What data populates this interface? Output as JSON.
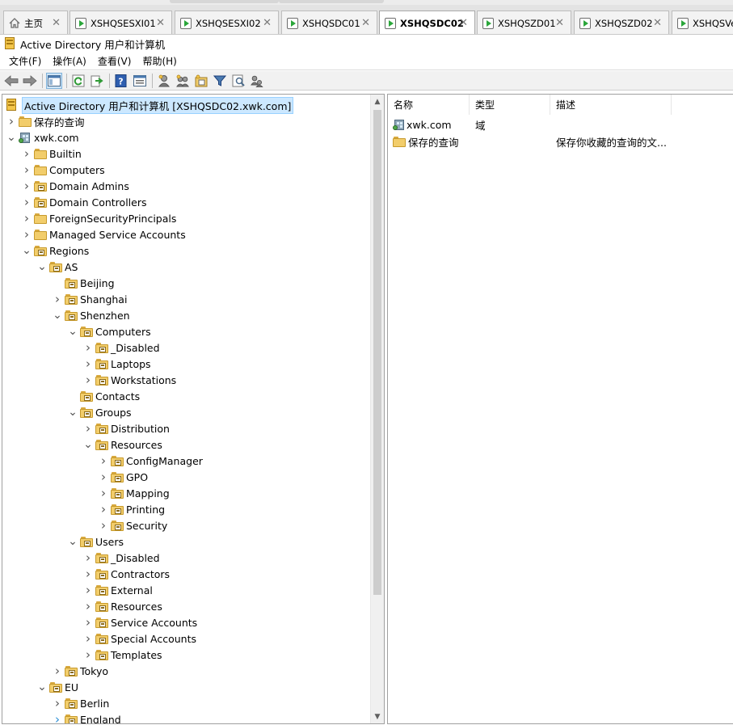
{
  "tabs": [
    {
      "label": "主页",
      "icon": "home-icon",
      "active": false
    },
    {
      "label": "XSHQSESXI01",
      "icon": "vm-icon",
      "active": false
    },
    {
      "label": "XSHQSESXI02",
      "icon": "vm-icon",
      "active": false
    },
    {
      "label": "XSHQSDC01",
      "icon": "vm-icon",
      "active": false
    },
    {
      "label": "XSHQSDC02",
      "icon": "vm-icon",
      "active": true
    },
    {
      "label": "XSHQSZD01",
      "icon": "vm-icon",
      "active": false
    },
    {
      "label": "XSHQSZD02",
      "icon": "vm-icon",
      "active": false
    },
    {
      "label": "XSHQSVee",
      "icon": "vm-icon",
      "active": false
    }
  ],
  "tab_close_glyph": "✕",
  "window": {
    "title": "Active Directory 用户和计算机"
  },
  "menu": {
    "items": [
      "文件(F)",
      "操作(A)",
      "查看(V)",
      "帮助(H)"
    ]
  },
  "toolbar": {
    "buttons": [
      "back-icon",
      "forward-icon",
      "show-tree-icon",
      "refresh-icon",
      "export-list-icon",
      "help-icon",
      "properties-icon",
      "new-user-icon",
      "new-group-icon",
      "new-ou-icon",
      "filter-icon",
      "find-icon",
      "add-to-group-icon"
    ]
  },
  "tree": {
    "rows": [
      {
        "label": "Active Directory 用户和计算机 [XSHQSDC02.xwk.com]",
        "level": 0,
        "arrow": "none",
        "icon": "ad-root",
        "selected": true
      },
      {
        "label": "保存的查询",
        "level": 0,
        "arrow": "right",
        "icon": "folder"
      },
      {
        "label": "xwk.com",
        "level": 0,
        "arrow": "down",
        "icon": "domain"
      },
      {
        "label": "Builtin",
        "level": 1,
        "arrow": "right",
        "icon": "folder"
      },
      {
        "label": "Computers",
        "level": 1,
        "arrow": "right",
        "icon": "folder"
      },
      {
        "label": "Domain Admins",
        "level": 1,
        "arrow": "right",
        "icon": "ou"
      },
      {
        "label": "Domain Controllers",
        "level": 1,
        "arrow": "right",
        "icon": "ou"
      },
      {
        "label": "ForeignSecurityPrincipals",
        "level": 1,
        "arrow": "right",
        "icon": "folder"
      },
      {
        "label": "Managed Service Accounts",
        "level": 1,
        "arrow": "right",
        "icon": "folder"
      },
      {
        "label": "Regions",
        "level": 1,
        "arrow": "down",
        "icon": "ou"
      },
      {
        "label": "AS",
        "level": 2,
        "arrow": "down",
        "icon": "ou"
      },
      {
        "label": "Beijing",
        "level": 3,
        "arrow": "none",
        "icon": "ou"
      },
      {
        "label": "Shanghai",
        "level": 3,
        "arrow": "right",
        "icon": "ou"
      },
      {
        "label": "Shenzhen",
        "level": 3,
        "arrow": "down",
        "icon": "ou"
      },
      {
        "label": "Computers",
        "level": 4,
        "arrow": "down",
        "icon": "ou"
      },
      {
        "label": "_Disabled",
        "level": 5,
        "arrow": "right",
        "icon": "ou"
      },
      {
        "label": "Laptops",
        "level": 5,
        "arrow": "right",
        "icon": "ou"
      },
      {
        "label": "Workstations",
        "level": 5,
        "arrow": "right",
        "icon": "ou"
      },
      {
        "label": "Contacts",
        "level": 4,
        "arrow": "none",
        "icon": "ou"
      },
      {
        "label": "Groups",
        "level": 4,
        "arrow": "down",
        "icon": "ou"
      },
      {
        "label": "Distribution",
        "level": 5,
        "arrow": "right",
        "icon": "ou"
      },
      {
        "label": "Resources",
        "level": 5,
        "arrow": "down",
        "icon": "ou"
      },
      {
        "label": "ConfigManager",
        "level": 6,
        "arrow": "right",
        "icon": "ou"
      },
      {
        "label": "GPO",
        "level": 6,
        "arrow": "right",
        "icon": "ou"
      },
      {
        "label": "Mapping",
        "level": 6,
        "arrow": "right",
        "icon": "ou"
      },
      {
        "label": "Printing",
        "level": 6,
        "arrow": "right",
        "icon": "ou"
      },
      {
        "label": "Security",
        "level": 6,
        "arrow": "right",
        "icon": "ou"
      },
      {
        "label": "Users",
        "level": 4,
        "arrow": "down",
        "icon": "ou"
      },
      {
        "label": "_Disabled",
        "level": 5,
        "arrow": "right",
        "icon": "ou"
      },
      {
        "label": "Contractors",
        "level": 5,
        "arrow": "right",
        "icon": "ou"
      },
      {
        "label": "External",
        "level": 5,
        "arrow": "right",
        "icon": "ou"
      },
      {
        "label": "Resources",
        "level": 5,
        "arrow": "right",
        "icon": "ou"
      },
      {
        "label": "Service Accounts",
        "level": 5,
        "arrow": "right",
        "icon": "ou"
      },
      {
        "label": "Special Accounts",
        "level": 5,
        "arrow": "right",
        "icon": "ou"
      },
      {
        "label": "Templates",
        "level": 5,
        "arrow": "right",
        "icon": "ou"
      },
      {
        "label": "Tokyo",
        "level": 3,
        "arrow": "right",
        "icon": "ou"
      },
      {
        "label": "EU",
        "level": 2,
        "arrow": "down",
        "icon": "ou"
      },
      {
        "label": "Berlin",
        "level": 3,
        "arrow": "right",
        "icon": "ou"
      },
      {
        "label": "England",
        "level": 3,
        "arrow": "right-blue",
        "icon": "ou"
      }
    ]
  },
  "list": {
    "columns": [
      "名称",
      "类型",
      "描述"
    ],
    "rows": [
      {
        "name": "xwk.com",
        "type": "域",
        "description": "",
        "icon": "domain"
      },
      {
        "name": "保存的查询",
        "type": "",
        "description": "保存你收藏的查询的文...",
        "icon": "folder"
      }
    ]
  },
  "colors": {
    "selection": "#cce8ff",
    "folder": "#f2cd6b",
    "vm_play": "#2aa63a"
  }
}
